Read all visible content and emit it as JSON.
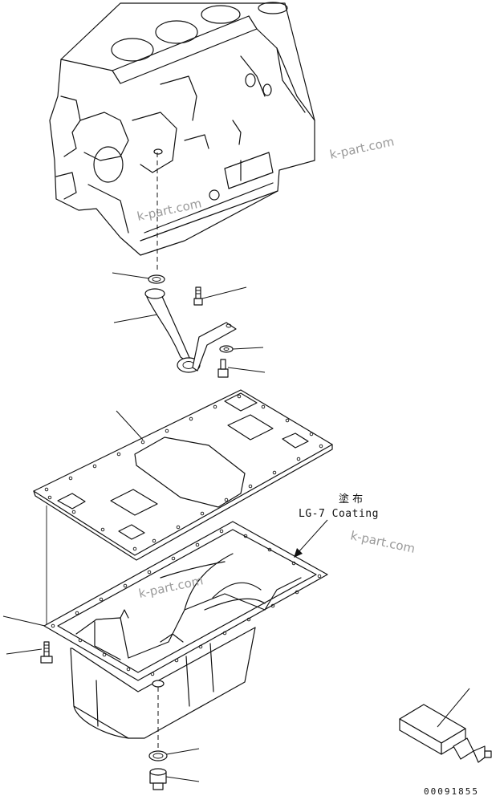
{
  "annotation": {
    "japanese": "塗 布",
    "english": "LG-7 Coating"
  },
  "watermarks": [
    "k-part.com",
    "k-part.com",
    "k-part.com",
    "k-part.com"
  ],
  "document_number": "00091855"
}
